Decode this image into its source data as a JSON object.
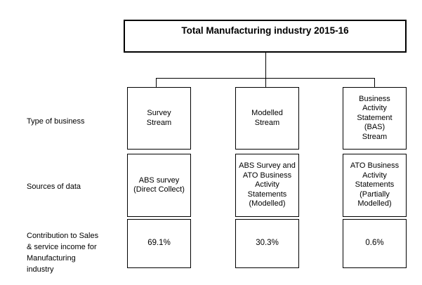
{
  "diagram": {
    "title": "Total Manufacturing industry 2015-16",
    "row_labels": {
      "type_of_business": "Type of business",
      "sources_of_data": "Sources of data",
      "contribution": "Contribution to Sales\n& service income for\nManufacturing\nindustry"
    },
    "columns": [
      {
        "id": "survey-stream",
        "type_of_business": "Survey\nStream",
        "sources_of_data": "ABS survey\n(Direct Collect)",
        "contribution": "69.1%"
      },
      {
        "id": "modelled-stream",
        "type_of_business": "Modelled\nStream",
        "sources_of_data": "ABS Survey and\nATO Business\nActivity\nStatements\n(Modelled)",
        "contribution": "30.3%"
      },
      {
        "id": "bas-stream",
        "type_of_business": "Business\nActivity\nStatement\n(BAS)\nStream",
        "sources_of_data": "ATO Business\nActivity\nStatements\n(Partially\nModelled)",
        "contribution": "0.6%"
      }
    ],
    "colors": {
      "background": "#ffffff",
      "border": "#000000",
      "text": "#000000"
    }
  }
}
